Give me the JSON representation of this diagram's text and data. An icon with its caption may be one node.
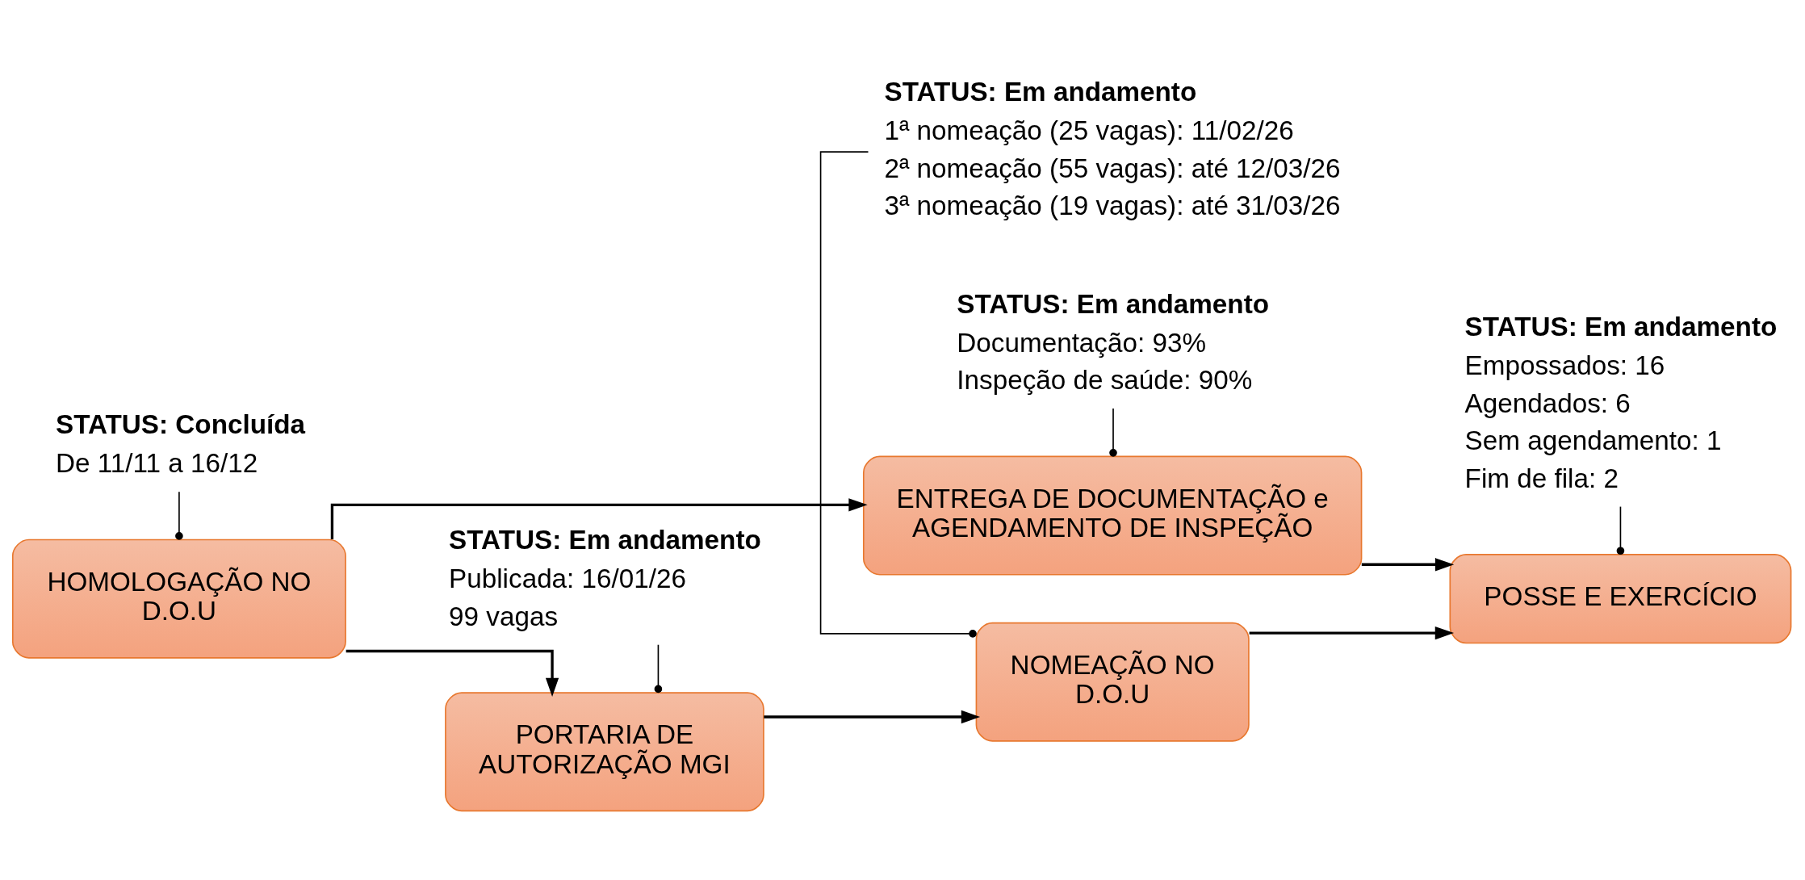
{
  "diagram": {
    "nodes": [
      {
        "text": [
          "HOMOLOGAÇÃO NO D.O.U"
        ]
      },
      {
        "text": [
          "ENTREGA DE DOCUMENTAÇÃO e AGENDAMENTO DE INSPEÇÃO"
        ]
      },
      {
        "text": [
          "PORTARIA DE AUTORIZAÇÃO MGI"
        ]
      },
      {
        "text": [
          "NOMEAÇÃO NO D.O.U"
        ]
      },
      {
        "text": [
          "POSSE E EXERCÍCIO"
        ]
      },
      {
        "text": [
          "STATUS: Concluída",
          "De 11/11 a 16/12"
        ]
      },
      {
        "text": [
          "STATUS: Em andamento",
          "Documentação: 93%",
          "Inspeção de saúde: 90%"
        ]
      },
      {
        "text": [
          "STATUS: Em andamento",
          "Empossados: 16",
          "Agendados: 6",
          "Sem agendamento: 1",
          "Fim de fila: 2"
        ]
      },
      {
        "text": [
          "STATUS: Em andamento",
          "Publicada: 16/01/26",
          "99 vagas"
        ]
      },
      {
        "text": [
          "STATUS: Em andamento",
          "1ª nomeação (25 vagas): 11/02/26",
          "2ª nomeação (55 vagas): até 12/03/26",
          "3ª nomeação (19 vagas): até 31/03/26"
        ]
      }
    ],
    "edges": [
      {
        "from": 0,
        "to": 1,
        "arrow": "to"
      },
      {
        "from": 0,
        "to": 2,
        "arrow": "to"
      },
      {
        "from": 2,
        "to": 3,
        "arrow": "to"
      },
      {
        "from": 1,
        "to": 4,
        "arrow": "to"
      },
      {
        "from": 3,
        "to": 4,
        "arrow": "to"
      },
      {
        "from": 5,
        "to": 0,
        "arrow": "other"
      },
      {
        "from": 6,
        "to": 1,
        "arrow": "other"
      },
      {
        "from": 7,
        "to": 4,
        "arrow": "other"
      },
      {
        "from": 8,
        "to": 2,
        "arrow": "other"
      },
      {
        "from": 9,
        "to": 3,
        "arrow": "other"
      }
    ]
  }
}
